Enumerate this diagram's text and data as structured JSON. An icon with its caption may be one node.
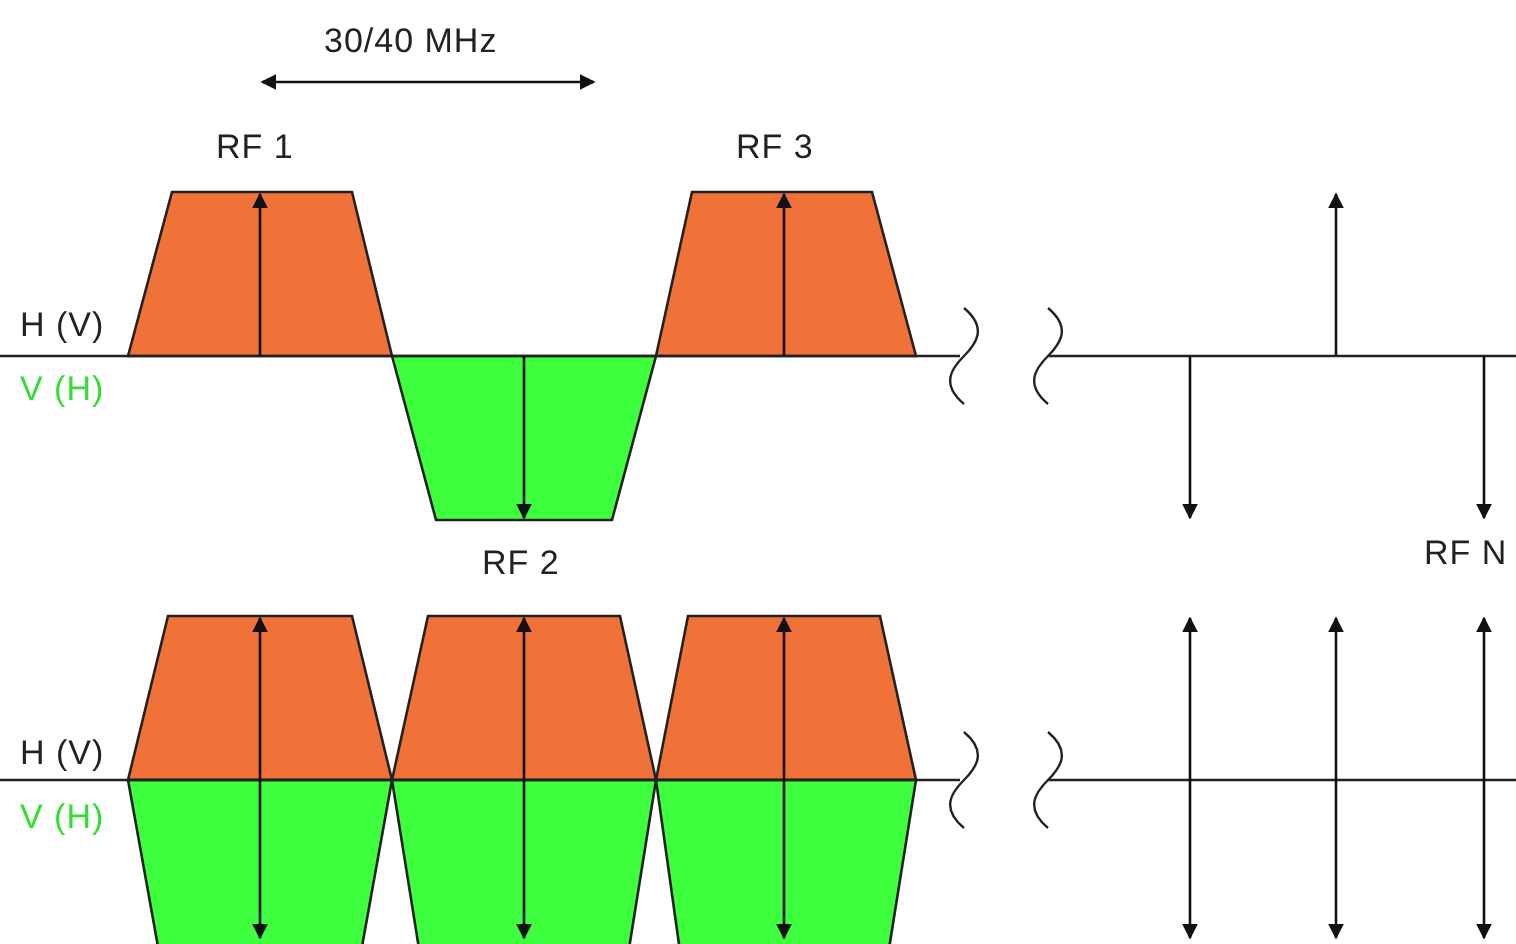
{
  "diagram": {
    "labels": [
      "30/40 MHz",
      "RF 1",
      "RF 3",
      "H (V)",
      "V (H)",
      "RF 2",
      "RF N",
      "H (V)",
      "V (H)"
    ]
  }
}
